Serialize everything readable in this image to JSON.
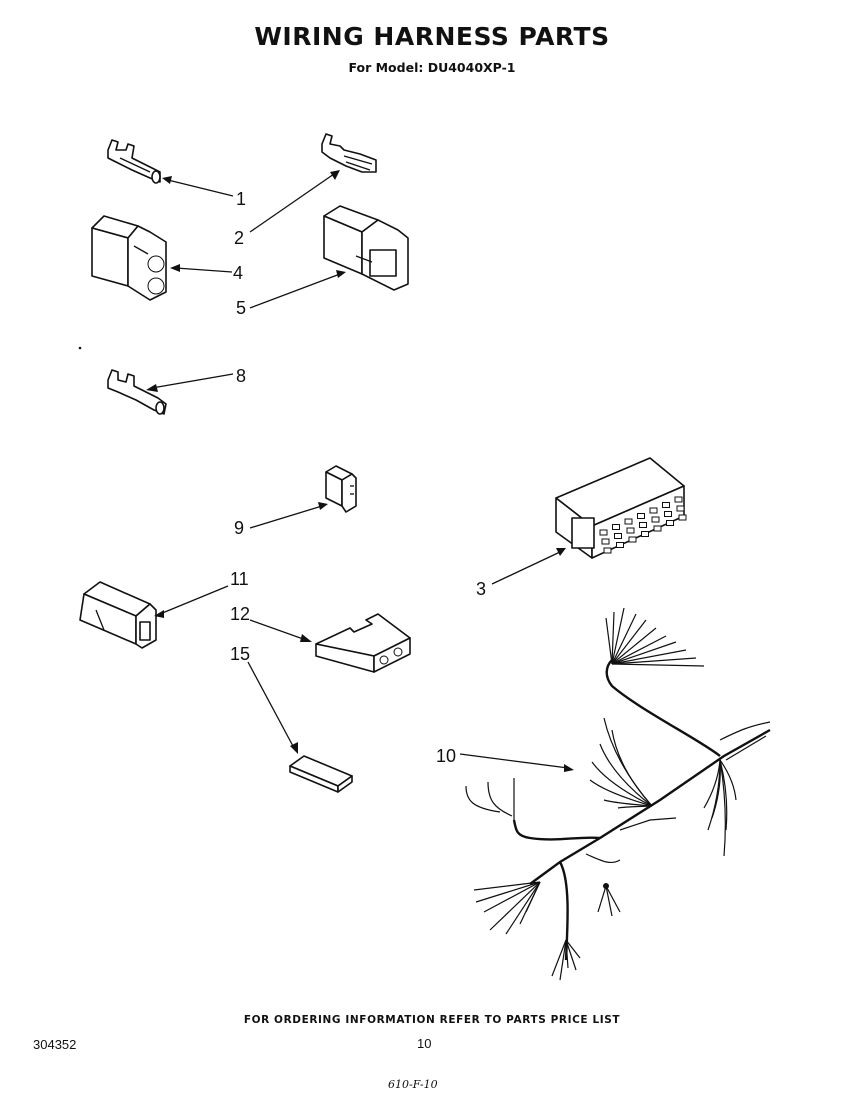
{
  "header": {
    "title": "WIRING HARNESS PARTS",
    "subtitle": "For Model: DU4040XP-1"
  },
  "callouts": [
    {
      "id": "1",
      "label": "1"
    },
    {
      "id": "2",
      "label": "2"
    },
    {
      "id": "3",
      "label": "3"
    },
    {
      "id": "4",
      "label": "4"
    },
    {
      "id": "5",
      "label": "5"
    },
    {
      "id": "8",
      "label": "8"
    },
    {
      "id": "9",
      "label": "9"
    },
    {
      "id": "10",
      "label": "10"
    },
    {
      "id": "11",
      "label": "11"
    },
    {
      "id": "12",
      "label": "12"
    },
    {
      "id": "15",
      "label": "15"
    }
  ],
  "footer": {
    "ordering_note": "FOR ORDERING INFORMATION REFER TO PARTS PRICE LIST",
    "document_number": "304352",
    "page_number": "10",
    "handwritten_note": "610-F-10"
  }
}
